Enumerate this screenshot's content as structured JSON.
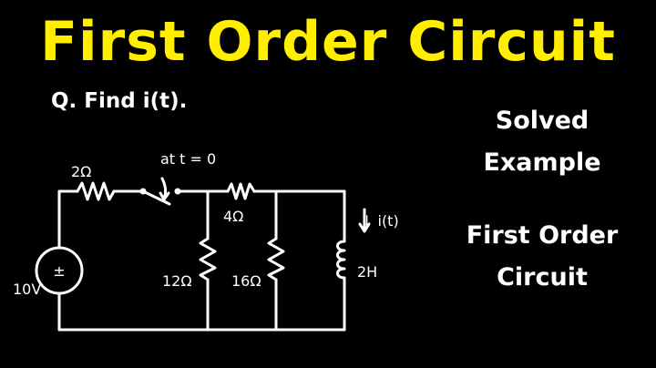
{
  "title": "First Order Circuit",
  "question": "Q. Find i(t).",
  "side_top": [
    "Solved",
    "Example"
  ],
  "side_bottom": [
    "First Order",
    "Circuit"
  ],
  "circuit": {
    "source_label": "10V",
    "source_symbol": "±",
    "r1_label": "2Ω",
    "switch_label": "at t = 0",
    "r2_label": "4Ω",
    "r3_label": "12Ω",
    "r4_label": "16Ω",
    "inductor_label": "2H",
    "current_label": "↓ i(t)"
  },
  "colors": {
    "title": "#ffee00",
    "text": "#ffffff",
    "background": "#000000"
  }
}
